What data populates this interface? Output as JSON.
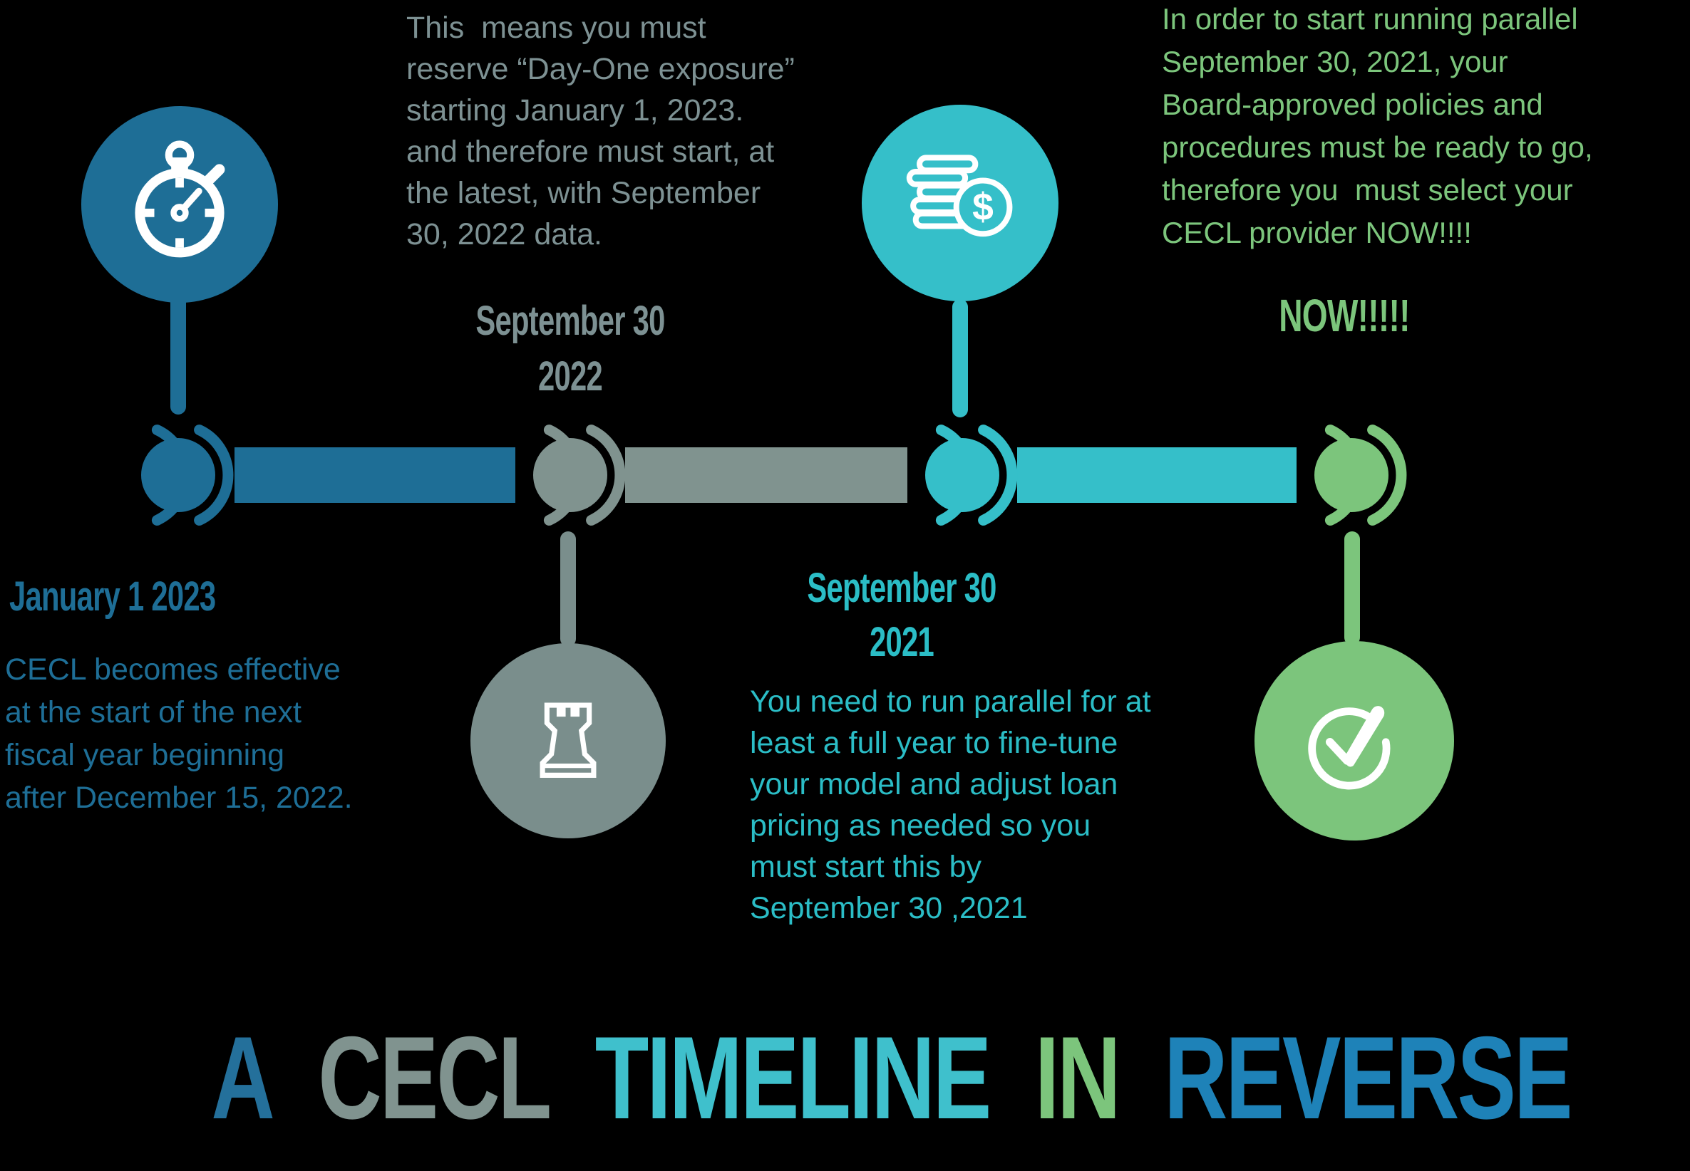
{
  "background_color": "#000000",
  "title": {
    "words": [
      {
        "text": "A",
        "color": "#24709B"
      },
      {
        "text": "CECL",
        "color": "#7E918F"
      },
      {
        "text": "TIMELINE",
        "color": "#3FC0CC"
      },
      {
        "text": "IN",
        "color": "#7CC57C"
      },
      {
        "text": "REVERSE",
        "color": "#1E82B8"
      }
    ]
  },
  "milestones": [
    {
      "heading": "January 1 2023",
      "body": "CECL becomes effective\nat the start of the next\nfiscal year beginning\nafter December 15, 2022.",
      "icon": "stopwatch-icon",
      "color": "#1E6E96"
    },
    {
      "heading": "September 30\n2022",
      "body": "This  means you must\nreserve “Day-One exposure”\nstarting January 1, 2023.\nand therefore must start, at\nthe latest, with September\n30, 2022 data.",
      "icon": "chess-rook-icon",
      "color": "#80938F"
    },
    {
      "heading": "September 30\n2021",
      "body": "You need to run parallel for at\nleast a full year to fine-tune\nyour model and adjust loan\npricing as needed so you\nmust start this by\nSeptember 30 ,2021",
      "icon": "coins-dollar-icon",
      "color": "#35BFC9"
    },
    {
      "heading": "NOW!!!!!",
      "body": "In order to start running parallel\nSeptember 30, 2021, your\nBoard-approved policies and\nprocedures must be ready to go,\ntherefore you  must select your\nCECL provider NOW!!!!",
      "icon": "checkmark-circle-icon",
      "color": "#7CC57C"
    }
  ],
  "icons": {
    "dollar_sign": "$"
  }
}
